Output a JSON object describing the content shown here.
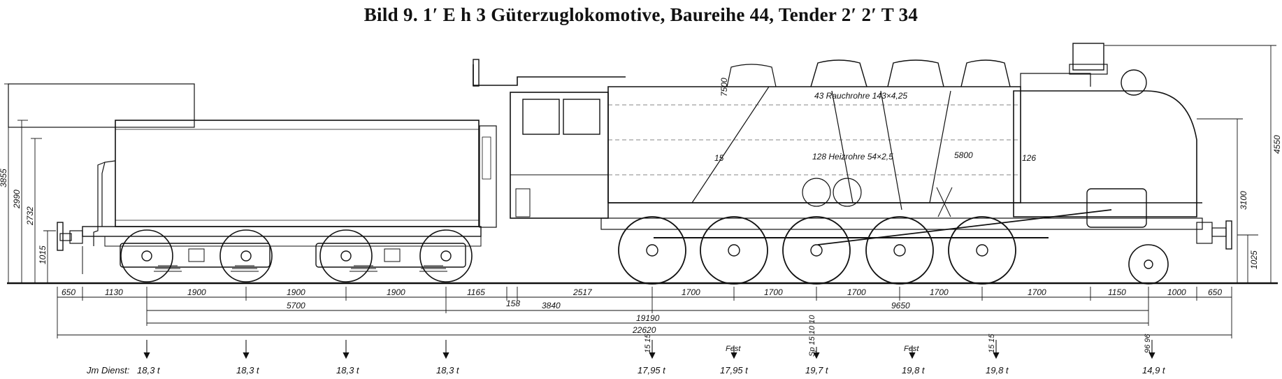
{
  "title": "Bild 9.   1′ E h 3 Güterzuglokomotive, Baureihe 44, Tender 2′ 2′ T 34",
  "boiler_labels": {
    "smoke_tubes": "43 Rauchrohre 143×4,25",
    "heat_tubes": "128 Heizrohre 54×2,5",
    "tube_length": "5800",
    "offset_126": "126",
    "offset_7500": "7500",
    "offset_15": "15"
  },
  "vertical_dims_left": [
    "3855",
    "2990",
    "2732",
    "1015"
  ],
  "vertical_dims_right": [
    "4550",
    "3100",
    "1025"
  ],
  "horizontal_dims_row1": [
    "650",
    "1130",
    "1900",
    "1900",
    "1900",
    "1165",
    "2517",
    "1700",
    "1700",
    "1700",
    "1700",
    "1700",
    "1150",
    "1000",
    "650"
  ],
  "dim_158": "158",
  "horizontal_dims_row2": [
    "5700",
    "3840",
    "9650"
  ],
  "total_wheelbase": "19190",
  "total_length": "22620",
  "axle_loads_label": "Jm Dienst:",
  "axle_loads": [
    "18,3 t",
    "18,3 t",
    "18,3 t",
    "18,3 t",
    "17,95 t",
    "17,95 t",
    "19,7 t",
    "19,8 t",
    "19,8 t",
    "14,9 t"
  ],
  "axle_notes": [
    "15 15",
    "Fest",
    "Sp 15 10 10",
    "Fest",
    "15 15",
    "96 96"
  ]
}
